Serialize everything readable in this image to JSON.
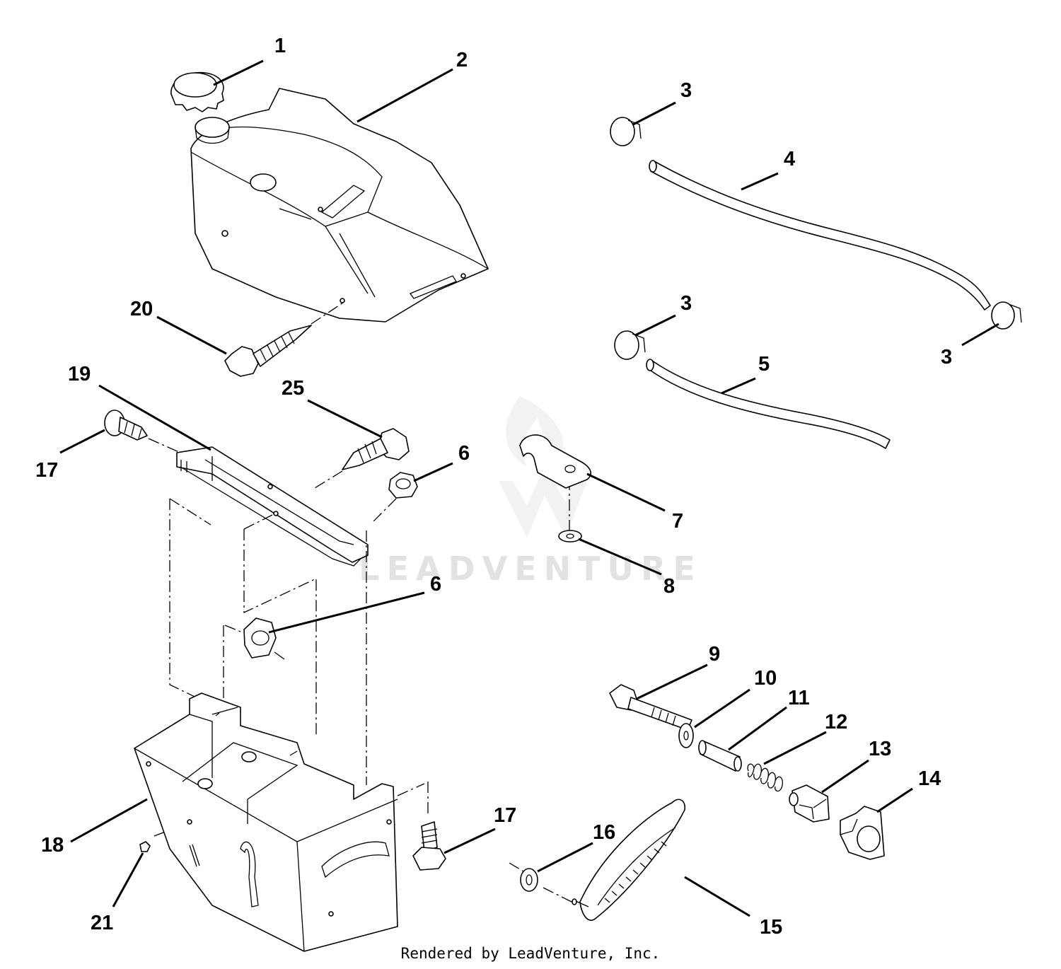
{
  "footer": "Rendered by LeadVenture, Inc.",
  "watermark": "LEADVENTURE",
  "callouts": [
    "1",
    "2",
    "3",
    "3",
    "3",
    "4",
    "5",
    "6",
    "6",
    "7",
    "8",
    "9",
    "10",
    "11",
    "12",
    "13",
    "14",
    "15",
    "16",
    "17",
    "17",
    "18",
    "19",
    "20",
    "21",
    "25"
  ]
}
